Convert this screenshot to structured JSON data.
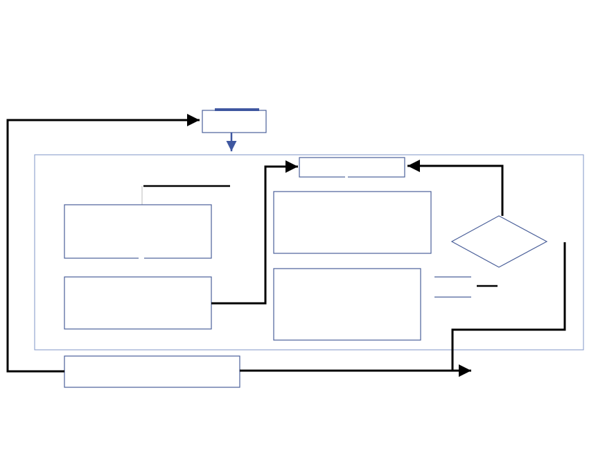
{
  "diagram": {
    "nodes": [
      {
        "id": "start",
        "shape": "rect",
        "label": ""
      },
      {
        "id": "top-center",
        "shape": "rect",
        "label": ""
      },
      {
        "id": "left-upper",
        "shape": "rect",
        "label": ""
      },
      {
        "id": "left-lower",
        "shape": "rect",
        "label": ""
      },
      {
        "id": "center-upper",
        "shape": "rect",
        "label": ""
      },
      {
        "id": "center-lower",
        "shape": "rect",
        "label": ""
      },
      {
        "id": "decision",
        "shape": "diamond",
        "label": ""
      },
      {
        "id": "bottom",
        "shape": "rect",
        "label": ""
      }
    ],
    "edges": [
      {
        "from": "start",
        "to": "container",
        "label": ""
      },
      {
        "from": "left-lower",
        "to": "top-center",
        "label": ""
      },
      {
        "from": "decision",
        "to": "top-center",
        "label": ""
      },
      {
        "from": "decision",
        "to": "bottom-right",
        "label": ""
      },
      {
        "from": "bottom",
        "to": "start",
        "label": ""
      }
    ],
    "colors": {
      "box_stroke": "#4a5f99",
      "container_stroke": "#8a9fcc",
      "flow_stroke": "#000000",
      "start_accent": "#3f57a0"
    }
  }
}
